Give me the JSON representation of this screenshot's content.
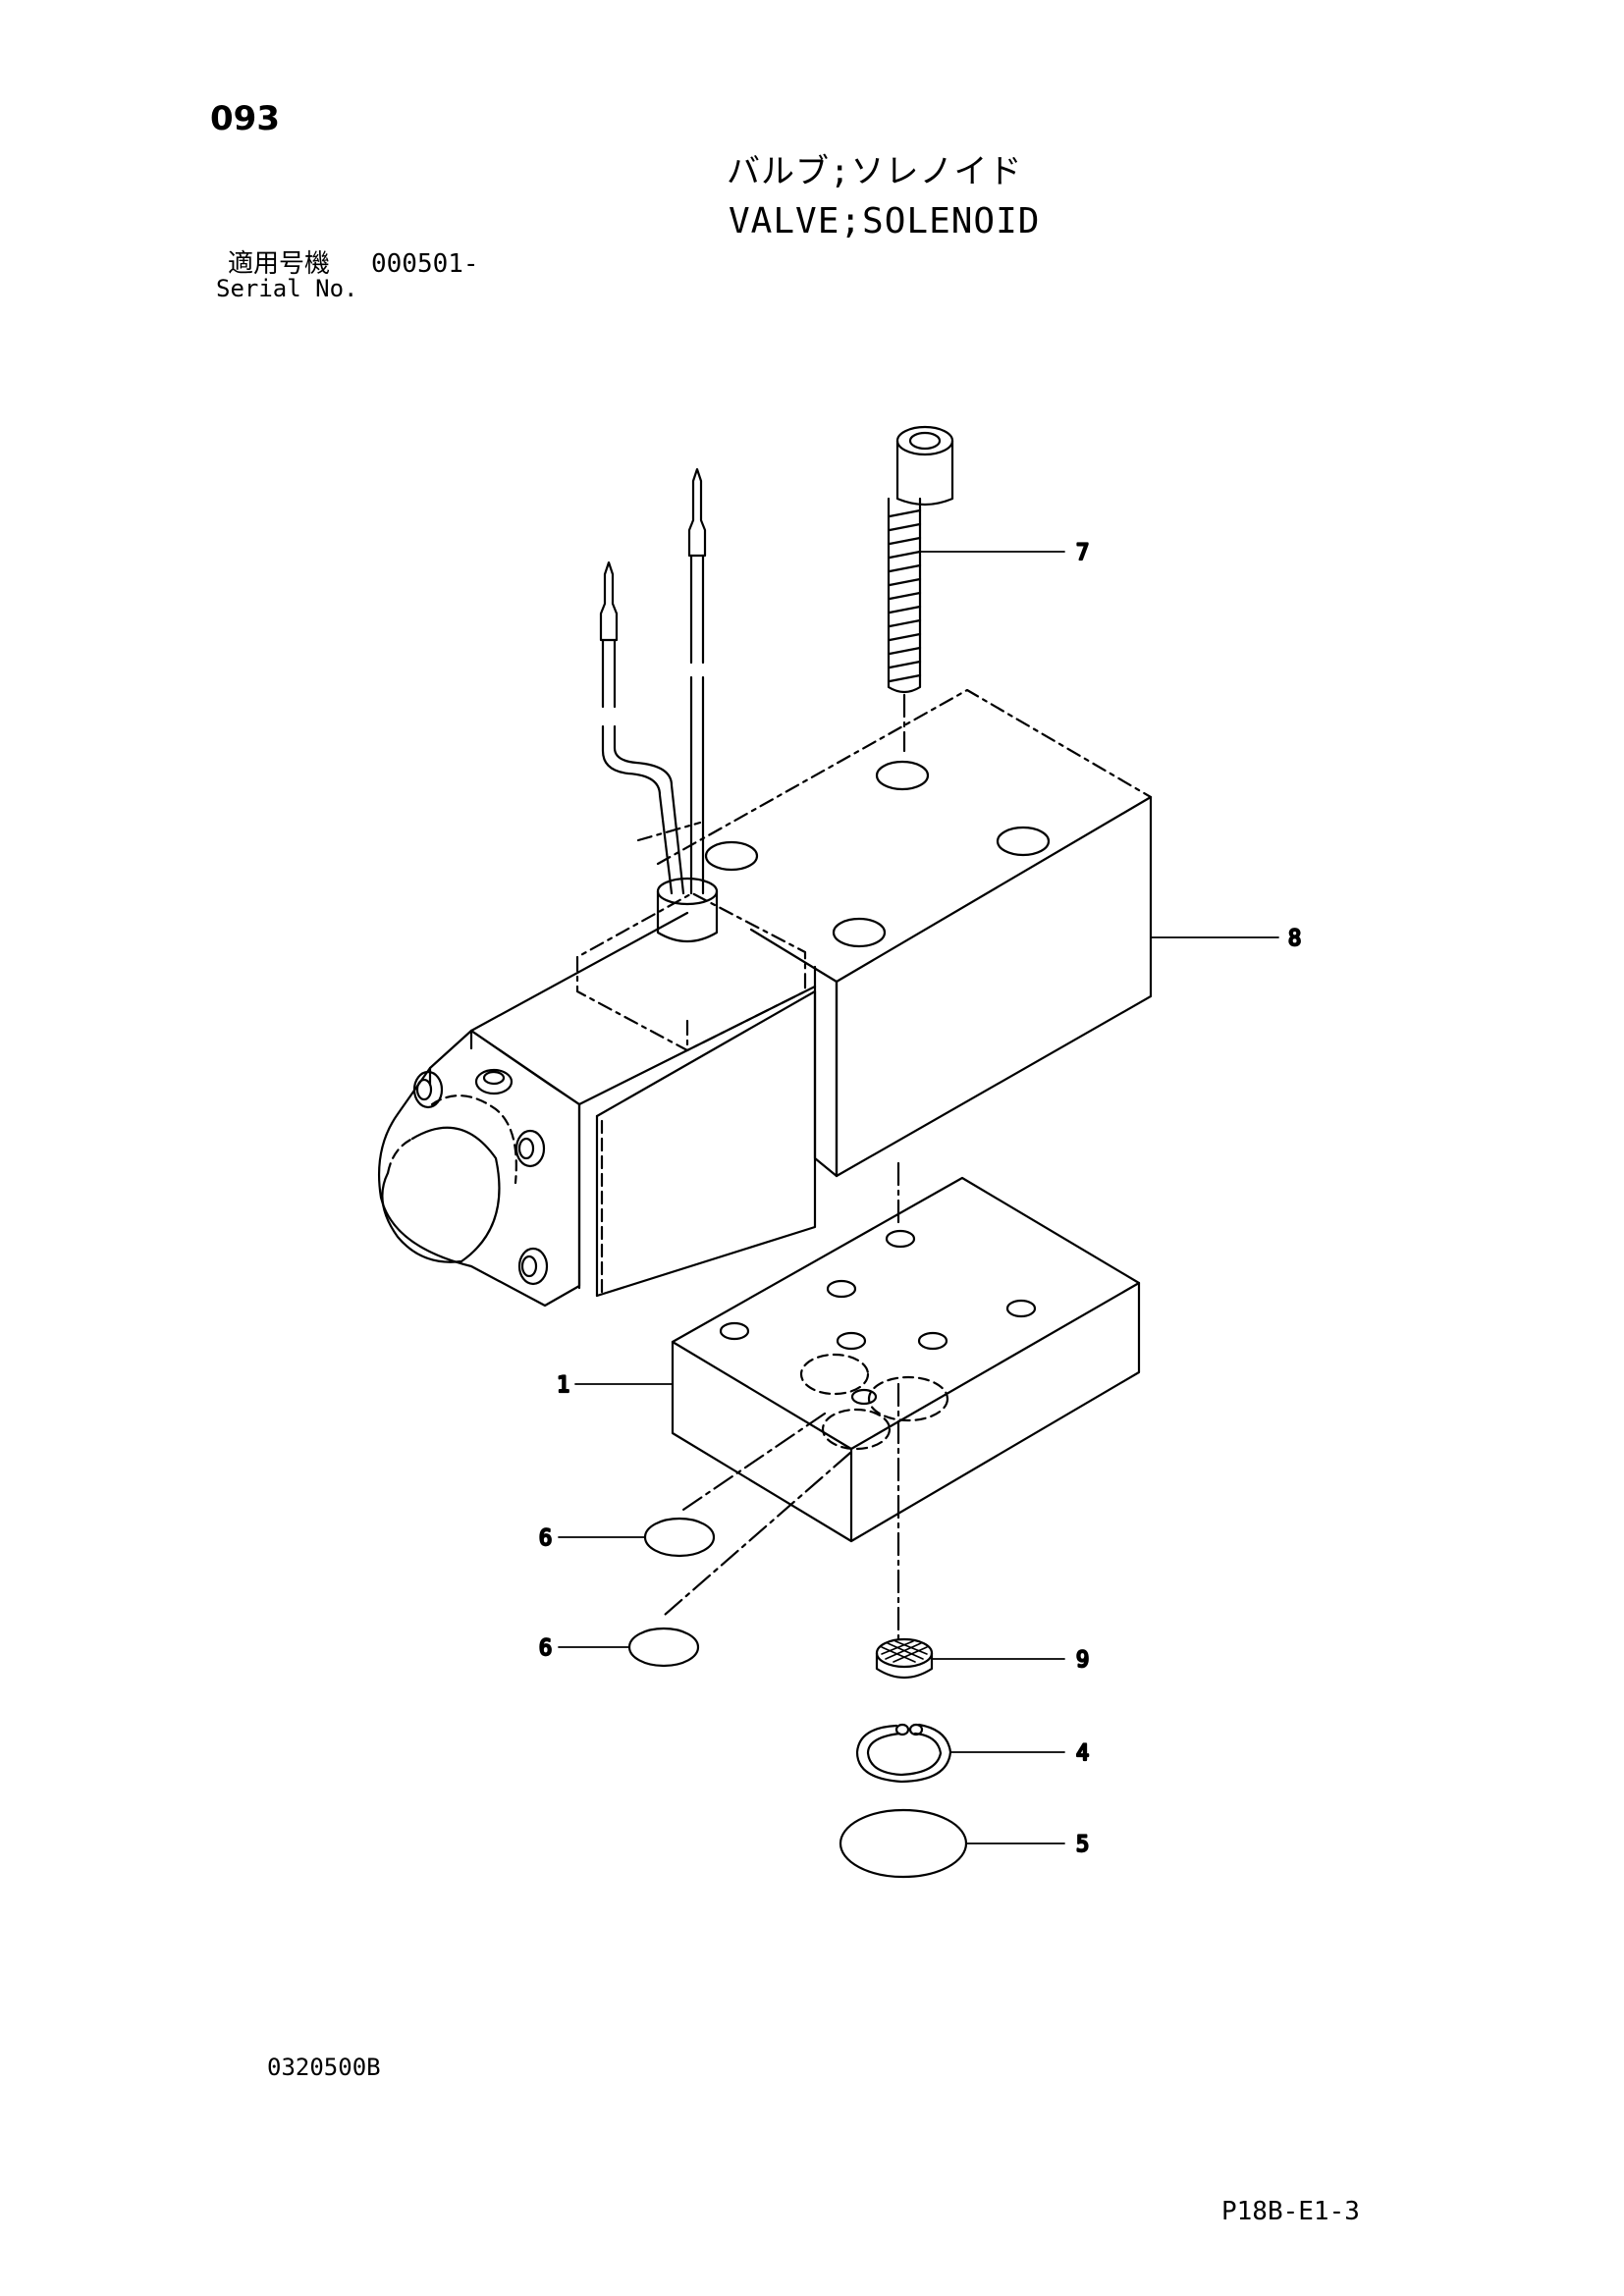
{
  "header": {
    "page_number": "093",
    "title_jp": "バルブ;ソレノイド",
    "title_en": "VALVE;SOLENOID",
    "serial_label_jp": "適用号機",
    "serial_value": "000501-",
    "serial_label_en": "Serial No."
  },
  "callouts": [
    {
      "id": "callout-7",
      "label": "7"
    },
    {
      "id": "callout-8",
      "label": "8"
    },
    {
      "id": "callout-1",
      "label": "1"
    },
    {
      "id": "callout-6a",
      "label": "6"
    },
    {
      "id": "callout-6b",
      "label": "6"
    },
    {
      "id": "callout-9",
      "label": "9"
    },
    {
      "id": "callout-4",
      "label": "4"
    },
    {
      "id": "callout-5",
      "label": "5"
    }
  ],
  "footer": {
    "figure_code": "0320500B",
    "sheet_code": "P18B-E1-3"
  }
}
